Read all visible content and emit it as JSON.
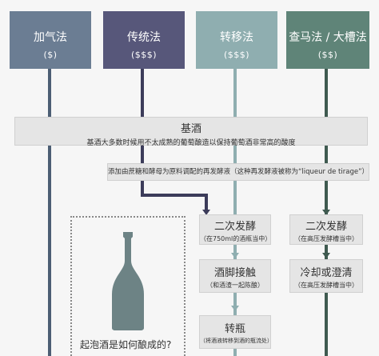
{
  "methods": [
    {
      "title": "加气法",
      "price": "($)",
      "color": "#6b7d93"
    },
    {
      "title": "传统法",
      "price": "($$$)",
      "color": "#57577a"
    },
    {
      "title": "转移法",
      "price": "($$$)",
      "color": "#8faeb0"
    },
    {
      "title": "查马法 / 大槽法",
      "price": "($$)",
      "color": "#5f8478"
    }
  ],
  "base_wine": {
    "title": "基酒",
    "desc": "基酒大多数时候用不太成熟的葡萄酿造以保持葡萄酒非常高的酸度"
  },
  "liqueur_note": "添加由蔗糖和酵母为原料调配的再发酵液（这种再发酵液被称为“liqueur de tirage”）",
  "steps": {
    "second_fermentation_bottle": {
      "title": "二次发酵",
      "sub": "（在750ml的酒瓶当中）"
    },
    "second_fermentation_tank": {
      "title": "二次发酵",
      "sub": "（在高压发酵槽当中）"
    },
    "lees_contact": {
      "title": "酒脚接触",
      "sub": "（和酒渣一起陈酿）"
    },
    "cool_clarify": {
      "title": "冷却或澄清",
      "sub": "（在高压发酵槽当中）"
    },
    "transfer": {
      "title": "转瓶",
      "sub": "（将酒液转移到酒的瓶流处）"
    }
  },
  "illustration_caption": "起泡酒是如何酿成的?"
}
